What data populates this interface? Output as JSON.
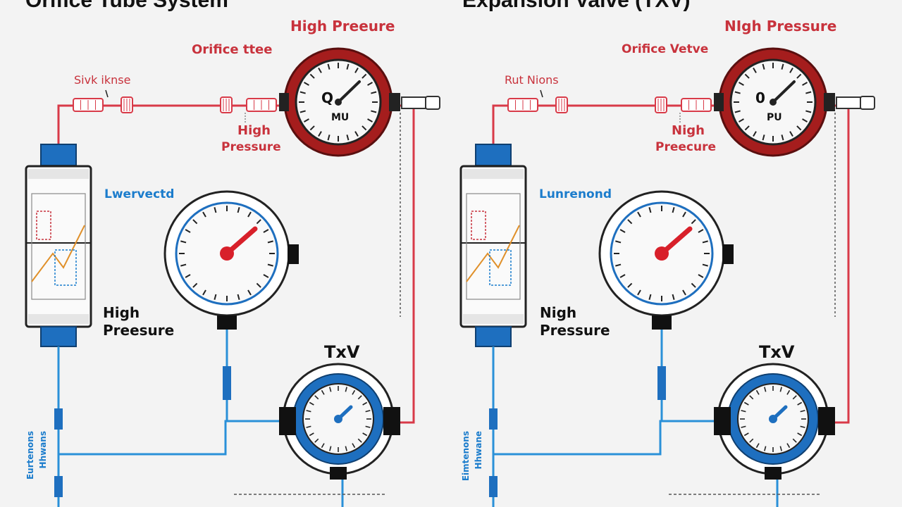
{
  "panels": [
    {
      "title": "Orifice Tube System",
      "top_label": "High Preeure",
      "valve_label": "Orifice ttee",
      "sensor_label": "Sivk iknse",
      "mid_label_1": "High",
      "mid_label_2": "Pressure",
      "blue_label": "Lwervectd",
      "side_label_1": "High",
      "side_label_2": "Preesure",
      "gauge_top_text_1": "Q",
      "gauge_top_text_2": "MU",
      "txv_label": "TxV",
      "vert_label_1": "Eurtenons",
      "vert_label_2": "Hhwans"
    },
    {
      "title": "Expansion Valve (TXV)",
      "top_label": "NIgh Pressure",
      "valve_label": "Orifice Vetve",
      "sensor_label": "Rut Nions",
      "mid_label_1": "Nigh",
      "mid_label_2": "Preecure",
      "blue_label": "Lunrenond",
      "side_label_1": "Nigh",
      "side_label_2": "Pressure",
      "gauge_top_text_1": "0",
      "gauge_top_text_2": "PU",
      "txv_label": "TxV",
      "vert_label_1": "Eimtenons",
      "vert_label_2": "Hhwane"
    }
  ],
  "colors": {
    "red_line": "#d83a48",
    "blue_line": "#2a90d8",
    "dark_red": "#a51d1d",
    "blue_accent": "#1e6fbf",
    "label_red": "#c8323c"
  }
}
